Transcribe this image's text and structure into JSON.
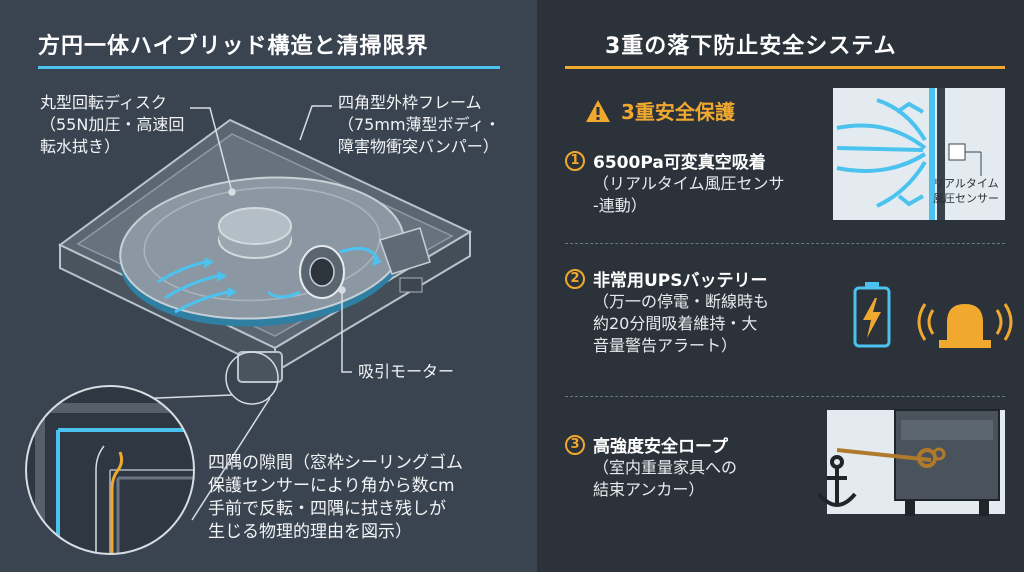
{
  "left": {
    "title": "方円一体ハイブリッド構造と清掃限界",
    "label_disc": [
      "丸型回転ディスク",
      "（55N加圧・高速回",
      "転水拭き）"
    ],
    "label_frame": [
      "四角型外枠フレーム",
      "（75mm薄型ボディ・",
      "障害物衝突バンパー）"
    ],
    "label_motor": "吸引モーター",
    "label_corner": [
      "四隅の隙間（窓枠シーリングゴム",
      "保護センサーにより角から数cm",
      "手前で反転・四隅に拭き残しが",
      "生じる物理的理由を図示）"
    ]
  },
  "right": {
    "title": "3重の落下防止安全システム",
    "warning": "3重安全保護",
    "items": [
      {
        "num": "1",
        "head": "6500Pa可変真空吸着",
        "sub": [
          "（リアルタイム風圧センサ",
          "-連動）"
        ]
      },
      {
        "num": "2",
        "head": "非常用UPSバッテリー",
        "sub": [
          "（万一の停電・断線時も",
          "約20分間吸着維持・大",
          "音量警告アラート）"
        ]
      },
      {
        "num": "3",
        "head": "高強度安全ロープ",
        "sub": [
          "（室内重量家具への",
          "結束アンカー）"
        ]
      }
    ],
    "sensor_label": [
      "リアルタイム",
      "風圧センサー"
    ]
  },
  "colors": {
    "accent_blue": "#4cc3ee",
    "accent_orange": "#f0a82e",
    "left_bg": "#3a4450",
    "right_bg": "#2c323a"
  },
  "icons": [
    "warning-icon",
    "battery-icon",
    "alarm-light-icon",
    "anchor-icon",
    "airflow-icon",
    "rope-knot-icon"
  ]
}
